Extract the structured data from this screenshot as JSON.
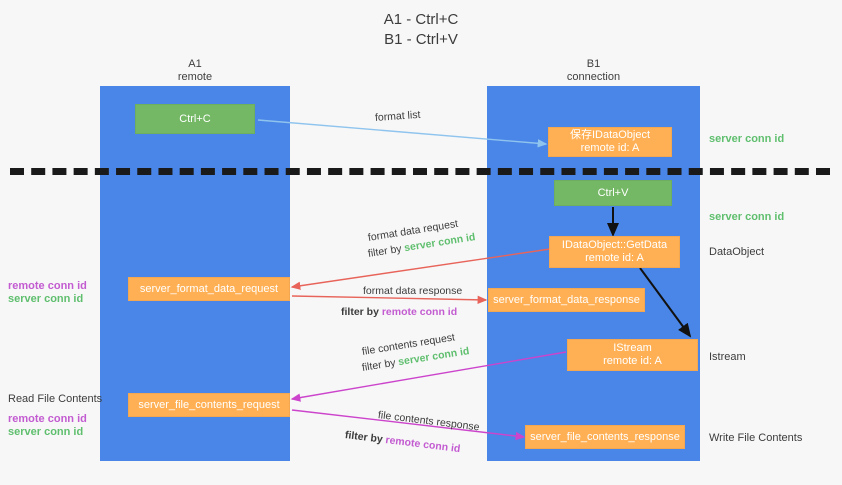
{
  "title": "A1 - Ctrl+C\nB1 - Ctrl+V",
  "columns": [
    {
      "name": "A1",
      "role": "remote"
    },
    {
      "name": "B1",
      "role": "connection"
    }
  ],
  "column_headers": {
    "left": "A1\nremote",
    "right": "B1\nconnection"
  },
  "nodes": {
    "ctrl_c": {
      "label": "Ctrl+C",
      "color": "#74b865"
    },
    "ctrl_v": {
      "label": "Ctrl+V",
      "color": "#74b865"
    },
    "idataobject": {
      "label": "保存IDataObject\nremote id: A",
      "color": "#ffb055"
    },
    "getdata": {
      "label": "IDataObject::GetData\nremote id: A",
      "color": "#ffb055"
    },
    "istream": {
      "label": "IStream\nremote id: A",
      "color": "#ffb055"
    },
    "server_format_data_request": {
      "label": "server_format_data_request",
      "color": "#ffb055"
    },
    "server_format_data_response": {
      "label": "server_format_data_response",
      "color": "#ffb055"
    },
    "server_file_contents_request": {
      "label": "server_file_contents_request",
      "color": "#ffb055"
    },
    "server_file_contents_response": {
      "label": "server_file_contents_response",
      "color": "#ffb055"
    }
  },
  "edge_labels": {
    "format_list": "format list",
    "format_data_request": "format data request",
    "format_data_request_filter_prefix": "filter by ",
    "format_data_request_filter_key": "server conn id",
    "format_data_response": "format data response",
    "format_data_response_filter_prefix": "filter by ",
    "format_data_response_filter_key": "remote conn id",
    "file_contents_request": "file contents request",
    "file_contents_request_filter_prefix": "filter by ",
    "file_contents_request_filter_key": "server conn id",
    "file_contents_response": "file contents response",
    "file_contents_response_filter_prefix": "filter by ",
    "file_contents_response_filter_key": "remote conn id"
  },
  "annotations": {
    "right_server_conn_id_top": "server conn id",
    "right_server_conn_id_mid": "server conn id",
    "right_dataobject": "DataObject",
    "right_istream": "Istream",
    "right_write_file_contents": "Write File Contents",
    "left_remote_conn_id_1": "remote conn id",
    "left_server_conn_id_1": "server conn id",
    "left_read_file_contents": "Read File Contents",
    "left_remote_conn_id_2": "remote conn id",
    "left_server_conn_id_2": "server conn id"
  },
  "colors": {
    "lane": "#4a86e8",
    "green_box": "#74b865",
    "orange_box": "#ffb055",
    "green_text": "#5fbf6e",
    "purple_text": "#c35bd1",
    "arrow_red": "#e8645a",
    "arrow_magenta": "#cc44cc",
    "arrow_blue": "#8fc4ee",
    "arrow_black": "#111111",
    "divider": "#1a1a1a",
    "background": "#f7f7f7"
  },
  "divider": {
    "name": "dashed-divider",
    "style": "dashed",
    "color": "#1a1a1a"
  }
}
